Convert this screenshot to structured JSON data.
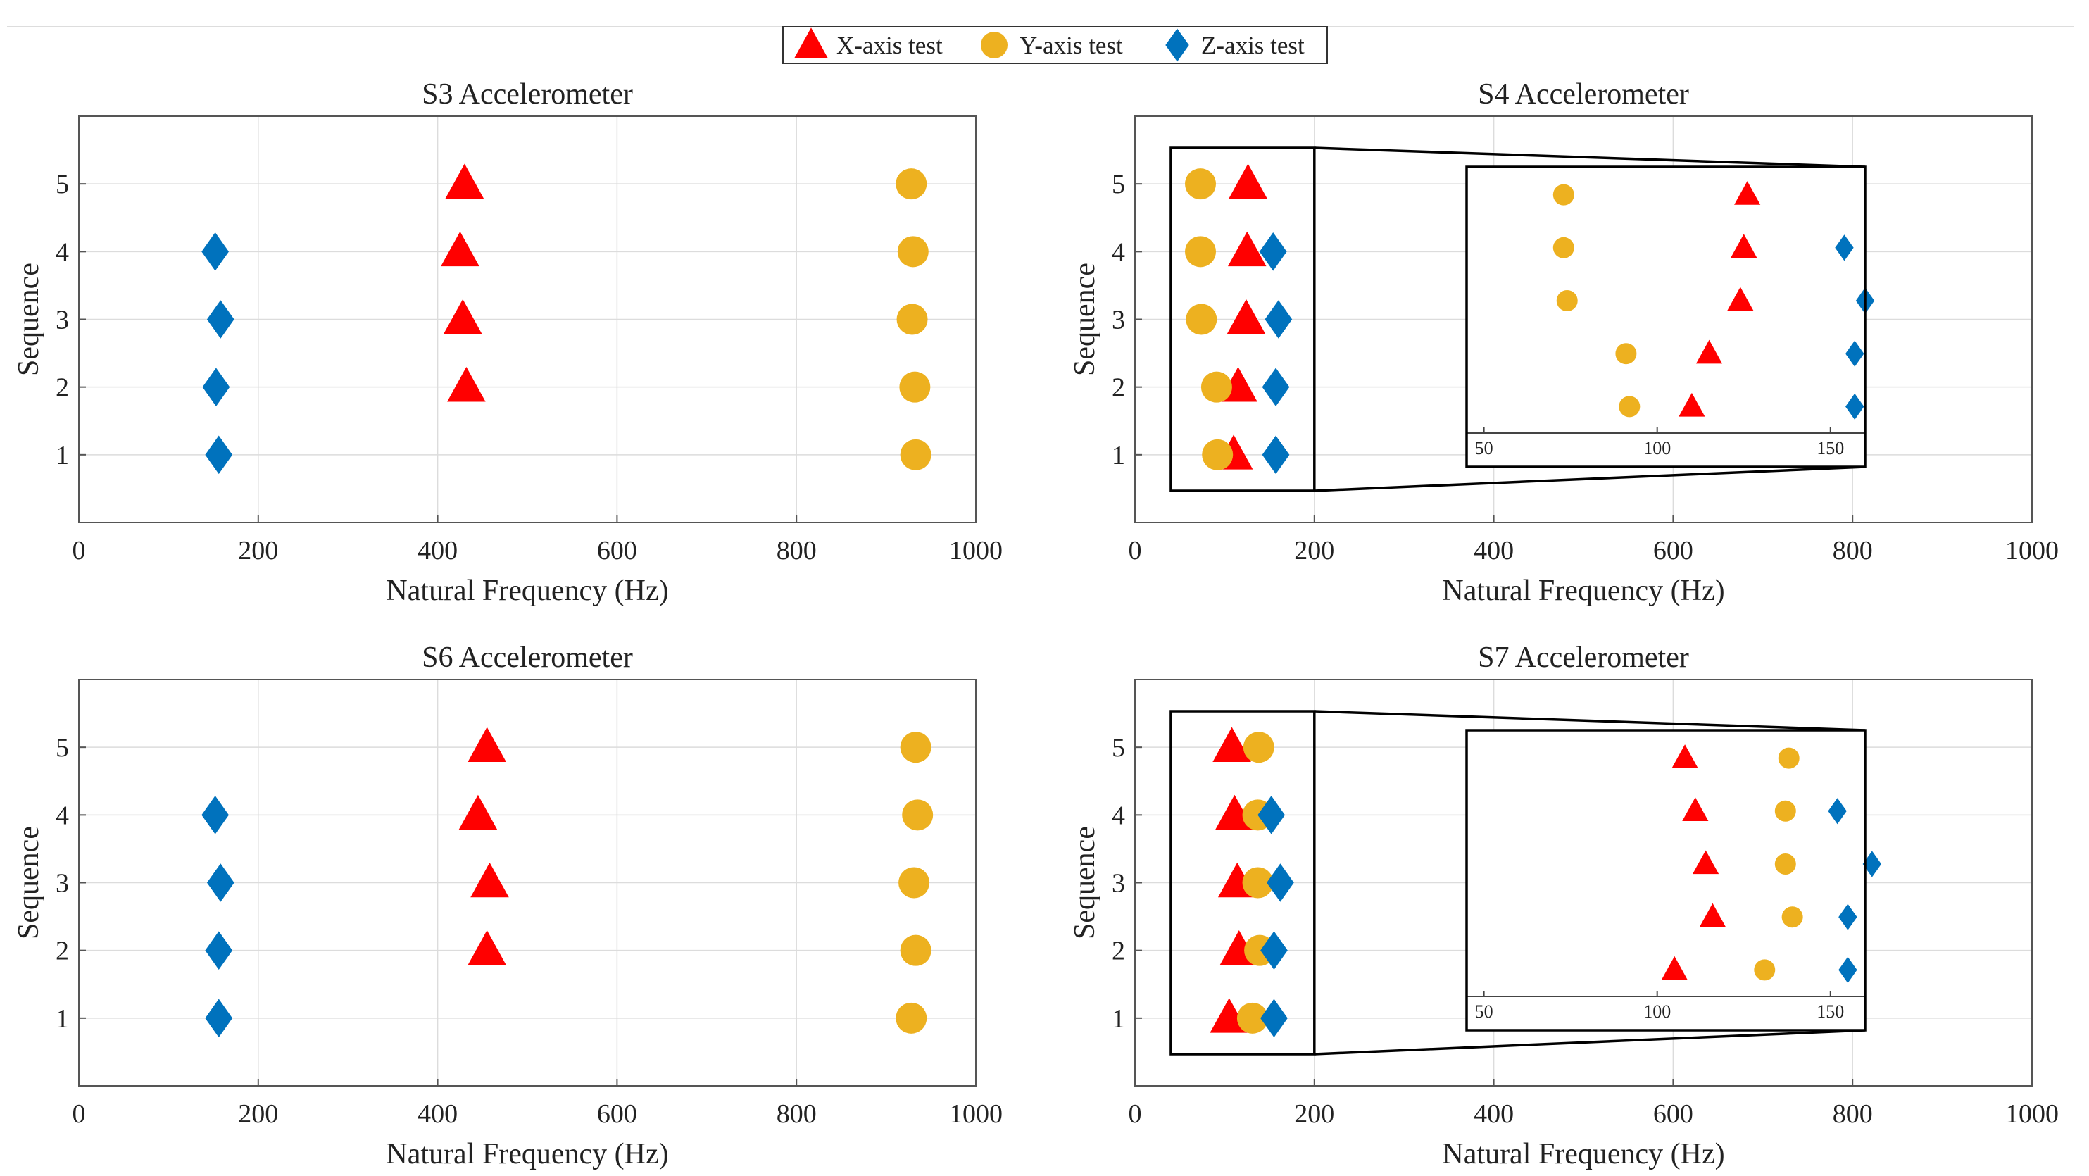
{
  "legend": {
    "items": [
      {
        "label": "X-axis test",
        "marker": "triangle",
        "color": "#ff0000"
      },
      {
        "label": "Y-axis test",
        "marker": "circle",
        "color": "#edb120"
      },
      {
        "label": "Z-axis test",
        "marker": "diamond",
        "color": "#0072bd"
      }
    ]
  },
  "chart_data": [
    {
      "type": "scatter",
      "title": "S3 Accelerometer",
      "xlabel": "Natural Frequency (Hz)",
      "ylabel": "Sequence",
      "xlim": [
        0,
        1000
      ],
      "ylim": [
        0,
        6
      ],
      "xticks": [
        0,
        200,
        400,
        600,
        800,
        1000
      ],
      "yticks": [
        1,
        2,
        3,
        4,
        5
      ],
      "grid": true,
      "series": [
        {
          "name": "X-axis test",
          "x": [
            430,
            425,
            428,
            432
          ],
          "y": [
            5,
            4,
            3,
            2
          ]
        },
        {
          "name": "Y-axis test",
          "x": [
            928,
            930,
            929,
            932,
            933
          ],
          "y": [
            5,
            4,
            3,
            2,
            1
          ]
        },
        {
          "name": "Z-axis test",
          "x": [
            152,
            158,
            153,
            156
          ],
          "y": [
            4,
            3,
            2,
            1
          ]
        }
      ]
    },
    {
      "type": "scatter",
      "title": "S4 Accelerometer",
      "xlabel": "Natural Frequency (Hz)",
      "ylabel": "Sequence",
      "xlim": [
        0,
        1000
      ],
      "ylim": [
        0,
        6
      ],
      "xticks": [
        0,
        200,
        400,
        600,
        800,
        1000
      ],
      "yticks": [
        1,
        2,
        3,
        4,
        5
      ],
      "grid": true,
      "series": [
        {
          "name": "X-axis test",
          "x": [
            126,
            125,
            124,
            115,
            110
          ],
          "y": [
            5,
            4,
            3,
            2,
            1
          ]
        },
        {
          "name": "Y-axis test",
          "x": [
            73,
            73,
            74,
            91,
            92
          ],
          "y": [
            5,
            4,
            3,
            2,
            1
          ]
        },
        {
          "name": "Z-axis test",
          "x": [
            154,
            160,
            157,
            157
          ],
          "y": [
            4,
            3,
            2,
            1
          ]
        }
      ],
      "inset": {
        "xlim": [
          45,
          160
        ],
        "xticks": [
          50,
          100,
          150
        ],
        "zoom_box": {
          "x": [
            40,
            200
          ],
          "y": [
            0.5,
            5.5
          ]
        }
      }
    },
    {
      "type": "scatter",
      "title": "S6 Accelerometer",
      "xlabel": "Natural Frequency (Hz)",
      "ylabel": "Sequence",
      "xlim": [
        0,
        1000
      ],
      "ylim": [
        0,
        6
      ],
      "xticks": [
        0,
        200,
        400,
        600,
        800,
        1000
      ],
      "yticks": [
        1,
        2,
        3,
        4,
        5
      ],
      "grid": true,
      "series": [
        {
          "name": "X-axis test",
          "x": [
            455,
            445,
            458,
            455
          ],
          "y": [
            5,
            4,
            3,
            2
          ]
        },
        {
          "name": "Y-axis test",
          "x": [
            933,
            935,
            931,
            933,
            928
          ],
          "y": [
            5,
            4,
            3,
            2,
            1
          ]
        },
        {
          "name": "Z-axis test",
          "x": [
            152,
            158,
            156,
            156
          ],
          "y": [
            4,
            3,
            2,
            1
          ]
        }
      ]
    },
    {
      "type": "scatter",
      "title": "S7 Accelerometer",
      "xlabel": "Natural Frequency (Hz)",
      "ylabel": "Sequence",
      "xlim": [
        0,
        1000
      ],
      "ylim": [
        0,
        6
      ],
      "xticks": [
        0,
        200,
        400,
        600,
        800,
        1000
      ],
      "yticks": [
        1,
        2,
        3,
        4,
        5
      ],
      "grid": true,
      "series": [
        {
          "name": "X-axis test",
          "x": [
            108,
            111,
            114,
            116,
            105
          ],
          "y": [
            5,
            4,
            3,
            2,
            1
          ]
        },
        {
          "name": "Y-axis test",
          "x": [
            138,
            137,
            137,
            139,
            131
          ],
          "y": [
            5,
            4,
            3,
            2,
            1
          ]
        },
        {
          "name": "Z-axis test",
          "x": [
            152,
            162,
            155,
            155
          ],
          "y": [
            4,
            3,
            2,
            1
          ]
        }
      ],
      "inset": {
        "xlim": [
          45,
          160
        ],
        "xticks": [
          50,
          100,
          150
        ],
        "zoom_box": {
          "x": [
            40,
            200
          ],
          "y": [
            0.5,
            5.5
          ]
        }
      }
    }
  ]
}
